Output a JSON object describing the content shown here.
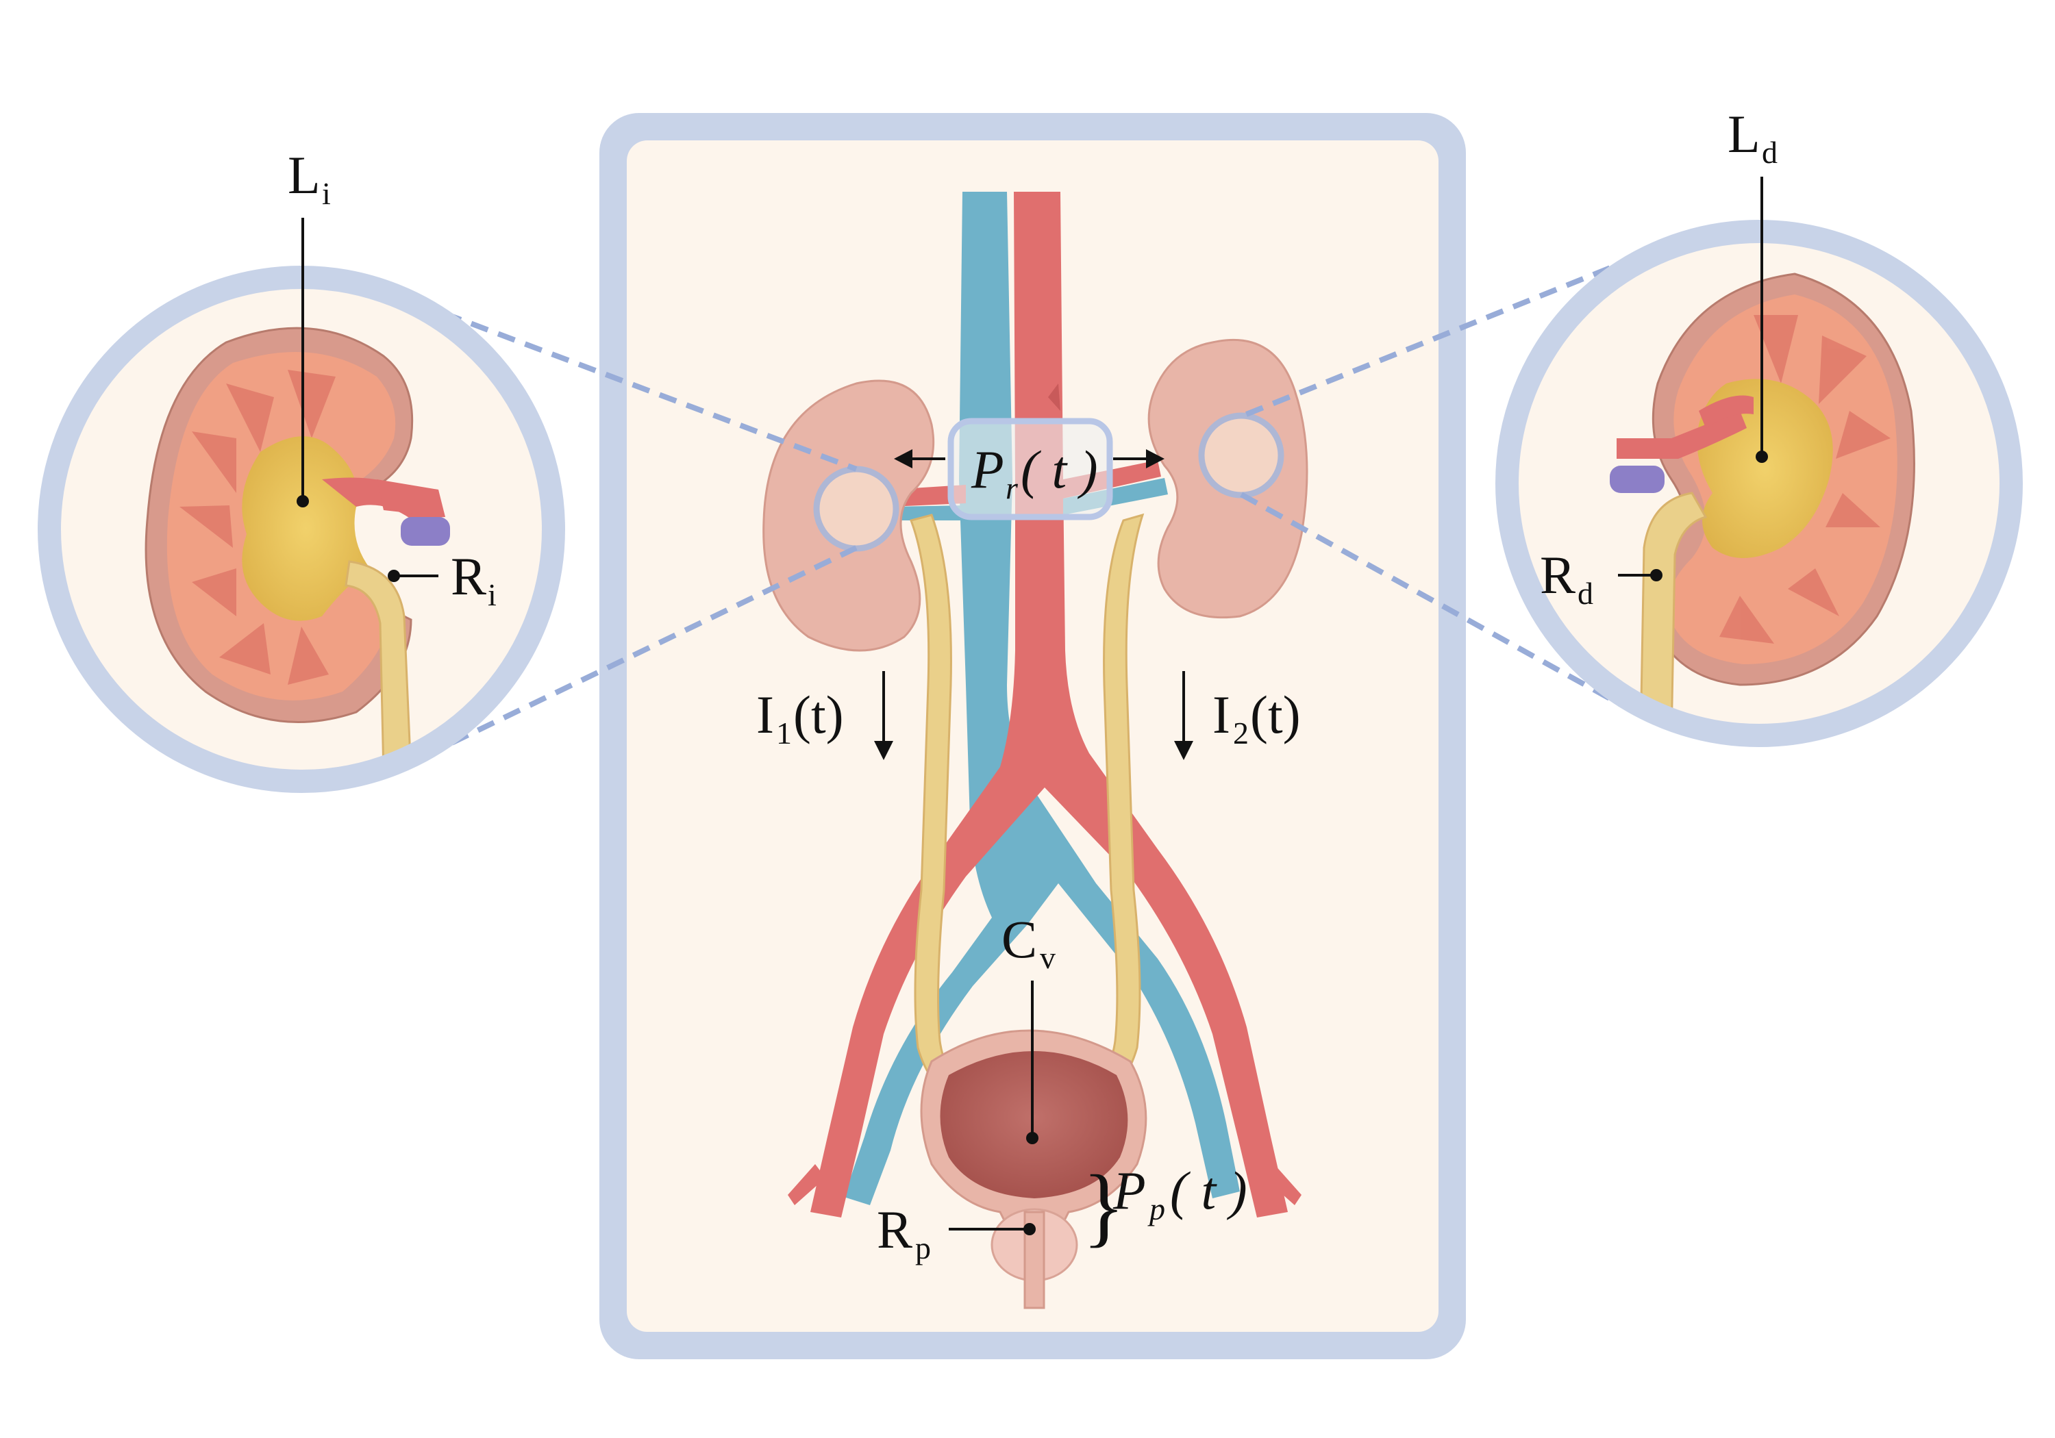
{
  "colors": {
    "frame": "#c8d3e8",
    "panel_bg": "#fdf5ec",
    "artery": "#e06f6e",
    "vein": "#6fb2c9",
    "ureter": "#ead08a",
    "kidney": "#e8b5a8",
    "kidney_cortex": "#f0a084",
    "kidney_pelvis": "#e5c05a",
    "bladder": "#b9645e",
    "zoom_circle_fill": "#fdf5ec",
    "zoom_circle_ring": "#c8d3e8"
  },
  "labels": {
    "L": "L",
    "L_i_sub": "i",
    "L_d_sub": "d",
    "R": "R",
    "R_i_sub": "i",
    "R_d_sub": "d",
    "R_p_sub": "p",
    "C": "C",
    "C_v_sub": "v",
    "P": "P",
    "P_r_sub": "r",
    "P_p_sub": "p",
    "t_arg": "(t)",
    "t_arg_italic": "( t )",
    "I1": "I",
    "I1_sub": "1",
    "I2": "I",
    "I2_sub": "2",
    "brace": "}"
  },
  "icons": {
    "left_zoom": "kidney-cross-section-icon",
    "right_zoom": "kidney-cross-section-icon",
    "center": "urinary-system-anatomy-icon"
  }
}
